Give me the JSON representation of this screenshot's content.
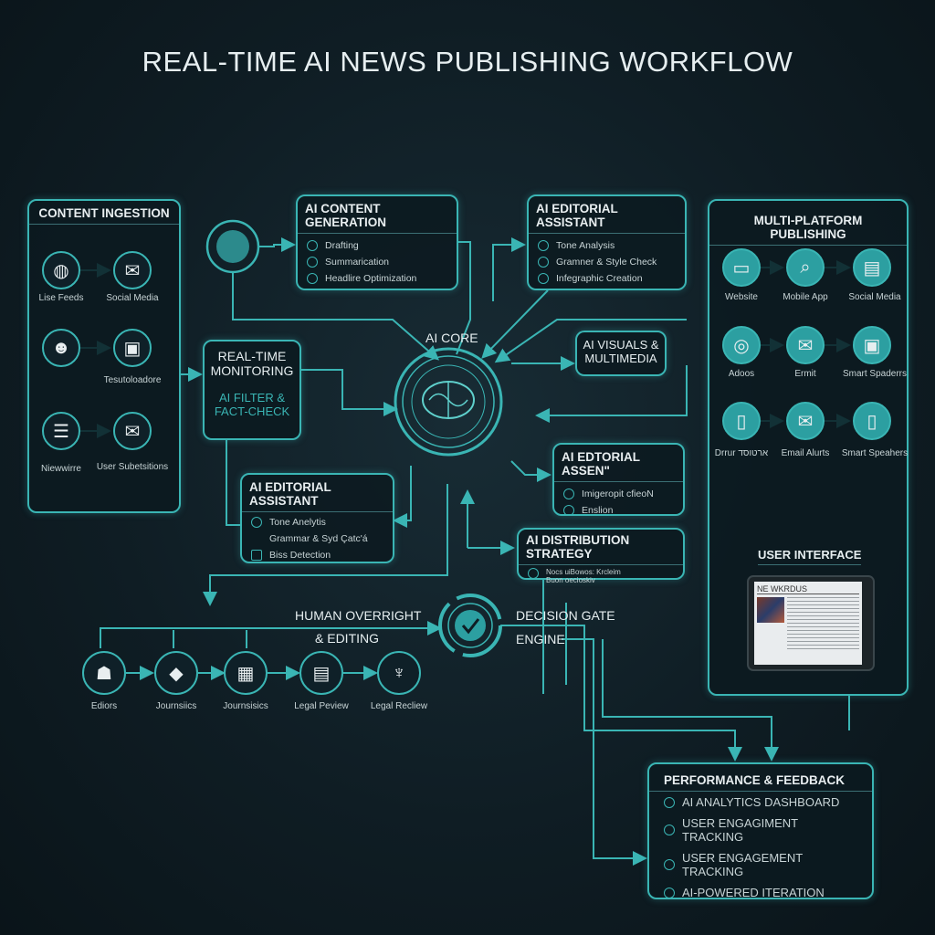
{
  "title": "REAL-TIME AI NEWS PUBLISHING WORKFLOW",
  "ingestion": {
    "heading": "CONTENT INGESTION",
    "items": [
      "Lise Feeds",
      "Social Media",
      "Tesutoloadore",
      "",
      "Niewwirre",
      "User Subetsitions"
    ]
  },
  "content_gen": {
    "heading": "AI CONTENT GENERATION",
    "items": [
      "Drafting",
      "Summarication",
      "Headlire Optimization"
    ]
  },
  "editorial_top": {
    "heading": "AI EDITORIAL ASSISTANT",
    "items": [
      "Tone Analysis",
      "Gramner & Style Check",
      "Infegraphic Creation"
    ]
  },
  "publishing": {
    "heading": "MULTI-PLATFORM PUBLISHING",
    "items": [
      "Website",
      "Mobile App",
      "Social Media",
      "Adoos",
      "Ermit",
      "Smart Spaderrs",
      "Drrur ארטוסד",
      "Email Alurts",
      "Smart Speahers"
    ]
  },
  "monitoring": {
    "line1": "REAL-TIME",
    "line2": "MONITORING",
    "line3": "AI FILTER &",
    "line4": "FACT-CHECK"
  },
  "core": {
    "label": "AI CORE"
  },
  "visuals": {
    "line1": "AI VISUALS &",
    "line2": "MULTIMEDIA"
  },
  "editorial_right": {
    "heading": "AI EDTORIAL ASSEN\"",
    "items": [
      "Imigeropit cfieoN",
      "Enslion"
    ]
  },
  "editorial_low": {
    "heading": "AI EDITORIAL ASSISTANT",
    "items": [
      "Tone Anelytis",
      "Grammar & Syd Çatc'á",
      "Biss Detection"
    ]
  },
  "distribution": {
    "heading": "AI DISTRIBUTION STRATEGY",
    "line1": "Nocs uiBowos: Krcleim",
    "line2": "Buon oecioskiv"
  },
  "ui": {
    "heading": "USER INTERFACE",
    "tablet_title": "NE WKRDUS"
  },
  "human": {
    "line1": "HUMAN OVERRIGHT",
    "line2": "& EDITING",
    "items": [
      "Ediors",
      "Journsiics",
      "Journsisics",
      "Legal Peview",
      "Legal Recliew"
    ]
  },
  "gate": {
    "line1": "DECISION GATE",
    "line2": "ENGINE"
  },
  "performance": {
    "heading": "PERFORMANCE & FEEDBACK",
    "items": [
      "AI ANALYTICS DASHBOARD",
      "USER ENGAGIMENT TRACKING",
      "USER ENGAGEMENT TRACKING",
      "AI-POWERED ITERATION"
    ]
  },
  "colors": {
    "accent": "#3ab5b4",
    "fill": "#2c9fa1",
    "bg": "#0f1d24"
  }
}
